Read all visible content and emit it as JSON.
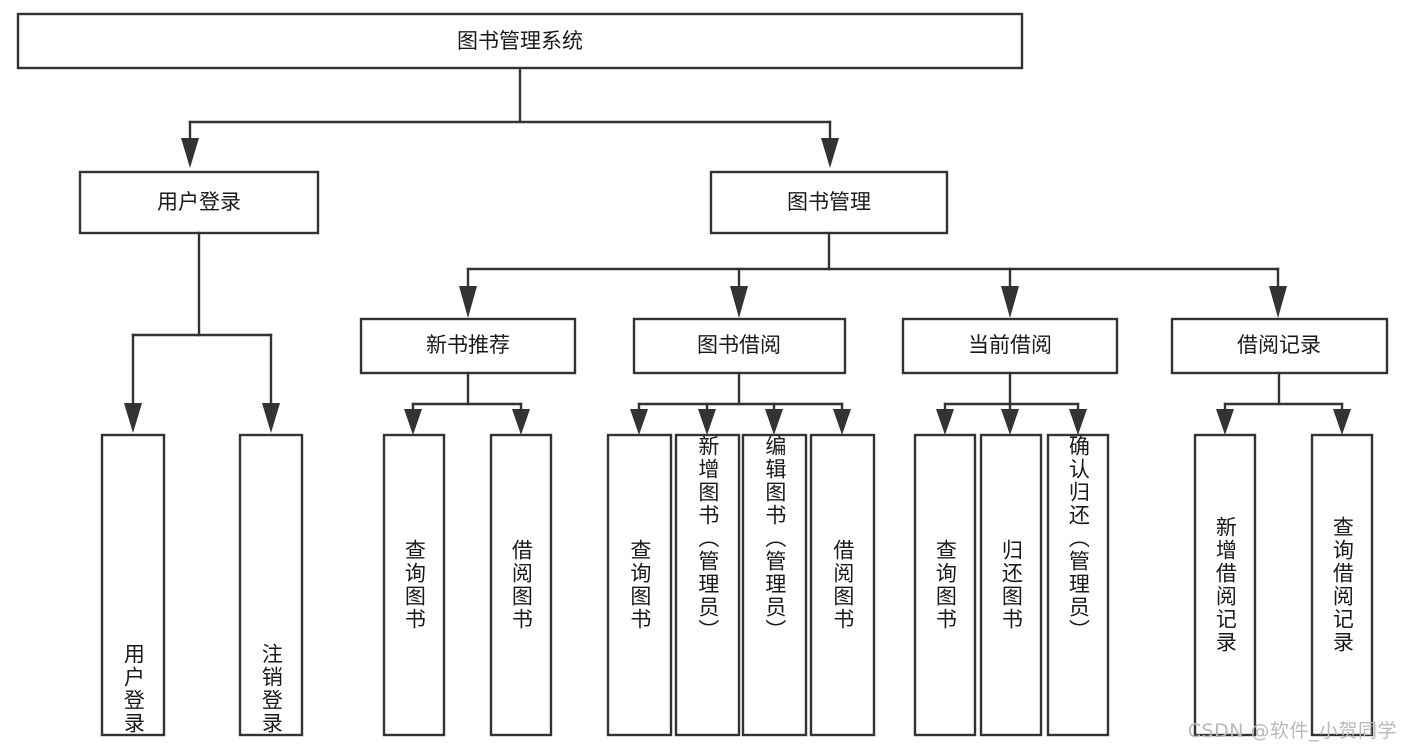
{
  "diagram": {
    "title": "图书管理系统",
    "type": "hierarchy-tree",
    "watermark": "CSDN @软件_小贺同学",
    "colors": {
      "stroke": "#333333",
      "box_fill": "#ffffff",
      "text": "#1a1a1a",
      "background": "#ffffff",
      "watermark": "#b9b9b9"
    },
    "root": {
      "label": "图书管理系统"
    },
    "level2": [
      {
        "label": "用户登录"
      },
      {
        "label": "图书管理"
      }
    ],
    "level3": [
      {
        "label": "新书推荐"
      },
      {
        "label": "图书借阅"
      },
      {
        "label": "当前借阅"
      },
      {
        "label": "借阅记录"
      }
    ],
    "leaves": {
      "user_login": [
        {
          "label": "用户登录"
        },
        {
          "label": "注销登录"
        }
      ],
      "new_book_recommend": [
        {
          "label": "查询图书"
        },
        {
          "label": "借阅图书"
        }
      ],
      "book_borrow": [
        {
          "label": "查询图书"
        },
        {
          "label": "新增图书（管理员）"
        },
        {
          "label": "编辑图书（管理员）"
        },
        {
          "label": "借阅图书"
        }
      ],
      "current_borrow": [
        {
          "label": "查询图书"
        },
        {
          "label": "归还图书"
        },
        {
          "label": "确认归还（管理员）"
        }
      ],
      "borrow_records": [
        {
          "label": "新增借阅记录"
        },
        {
          "label": "查询借阅记录"
        }
      ]
    }
  }
}
